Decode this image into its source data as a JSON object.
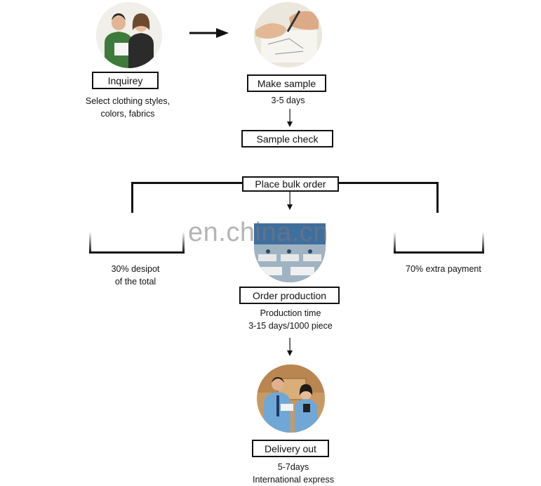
{
  "steps": {
    "inquiry": {
      "label": "Inquirey",
      "caption_line1": "Select clothing styles,",
      "caption_line2": "colors, fabrics"
    },
    "make_sample": {
      "label": "Make sample",
      "caption": "3-5 days"
    },
    "sample_check": {
      "label": "Sample check"
    },
    "place_order": {
      "label": "Place  bulk order"
    },
    "deposit": {
      "caption_line1": "30% desipot",
      "caption_line2": "of the total"
    },
    "extra_payment": {
      "caption": "70% extra payment"
    },
    "order_production": {
      "label": "Order production",
      "caption_line1": "Production time",
      "caption_line2": "3-15 days/1000 piece"
    },
    "delivery": {
      "label": "Delivery out",
      "caption_line1": "5-7days",
      "caption_line2": "International express"
    }
  },
  "watermark": "en.china.cn",
  "icons": {
    "flow_arrow": "arrow-right-icon",
    "down_arrow": "arrow-down-icon"
  },
  "colors": {
    "line": "#111111",
    "box_border": "#111111",
    "watermark": "#888888"
  }
}
